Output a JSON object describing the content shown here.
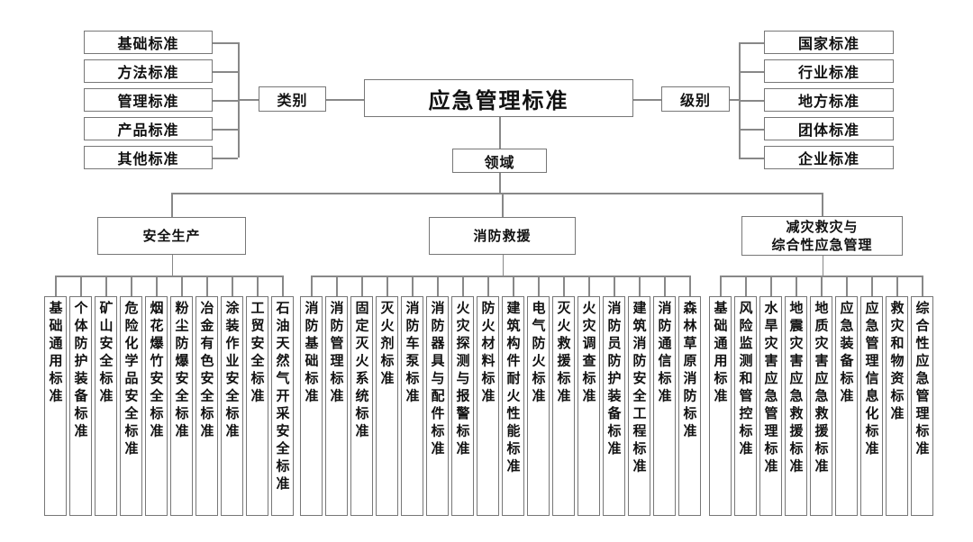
{
  "title": "应急管理标准",
  "category": {
    "label": "类别",
    "items": [
      "基础标准",
      "方法标准",
      "管理标准",
      "产品标准",
      "其他标准"
    ]
  },
  "level": {
    "label": "级别",
    "items": [
      "国家标准",
      "行业标准",
      "地方标准",
      "团体标准",
      "企业标准"
    ]
  },
  "domain": {
    "label": "领域",
    "groups": [
      {
        "label": "安全生产",
        "items": [
          "基础通用标准",
          "个体防护装备标准",
          "矿山安全标准",
          "危险化学品安全标准",
          "烟花爆竹安全标准",
          "粉尘防爆安全标准",
          "冶金有色安全标准",
          "涂装作业安全标准",
          "工贸安全标准",
          "石油天然气开采安全标准"
        ]
      },
      {
        "label": "消防救援",
        "items": [
          "消防基础标准",
          "消防管理标准",
          "固定灭火系统标准",
          "灭火剂标准",
          "消防车泵标准",
          "消防器具与配件标准",
          "火灾探测与报警标准",
          "防火材料标准",
          "建筑构件耐火性能标准",
          "电气防火标准",
          "灭火救援标准",
          "火灾调查标准",
          "消防员防护装备标准",
          "建筑消防安全工程标准",
          "消防通信标准",
          "森林草原消防标准"
        ]
      },
      {
        "label": "减灾救灾与\n综合性应急管理",
        "items": [
          "基础通用标准",
          "风险监测和管控标准",
          "水旱灾害应急管理标准",
          "地震灾害应急救援标准",
          "地质灾害应急救援标准",
          "应急装备标准",
          "应急管理信息化标准",
          "救灾和物资标准",
          "综合性应急管理标准"
        ]
      }
    ]
  }
}
